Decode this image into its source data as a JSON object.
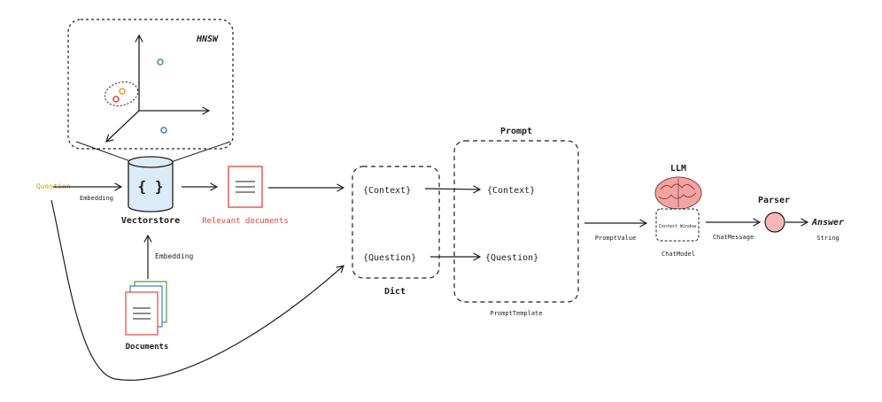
{
  "hnsw": {
    "label": "HNSW"
  },
  "question": {
    "label": "Question",
    "color": "#e8950f"
  },
  "embedding_top": {
    "label": "Embedding"
  },
  "vectorstore": {
    "label": "Vectorstore",
    "icon_text": "{ }",
    "icon": "database-cylinder-icon",
    "fill": "#dcebf8"
  },
  "relevant_docs": {
    "label": "Relevant documents",
    "color": "#e0443a",
    "icon": "document-icon"
  },
  "embedding_bottom": {
    "label": "Embedding"
  },
  "documents": {
    "label": "Documents",
    "icon": "document-stack-icon"
  },
  "dict": {
    "label": "Dict",
    "context": "{Context}",
    "question": "{Question}"
  },
  "prompt": {
    "title": "Prompt",
    "context": "{Context}",
    "question": "{Question}",
    "subtitle": "PromptTemplate"
  },
  "prompt_value": {
    "label": "PromptValue"
  },
  "llm": {
    "title": "LLM",
    "context_window": "Context Window",
    "subtitle": "ChatModel",
    "icon": "brain-icon",
    "brain_color": "#f4a3a3"
  },
  "chat_message": {
    "label": "ChatMessage"
  },
  "parser": {
    "label": "Parser",
    "fill": "#f7b7b7"
  },
  "answer": {
    "label": "Answer",
    "type": "String"
  },
  "points": [
    {
      "name": "green-point",
      "color": "#3aa14a"
    },
    {
      "name": "orange-point",
      "color": "#f29a1a"
    },
    {
      "name": "red-point",
      "color": "#e2463c"
    },
    {
      "name": "blue-point",
      "color": "#3a7bd5"
    }
  ]
}
